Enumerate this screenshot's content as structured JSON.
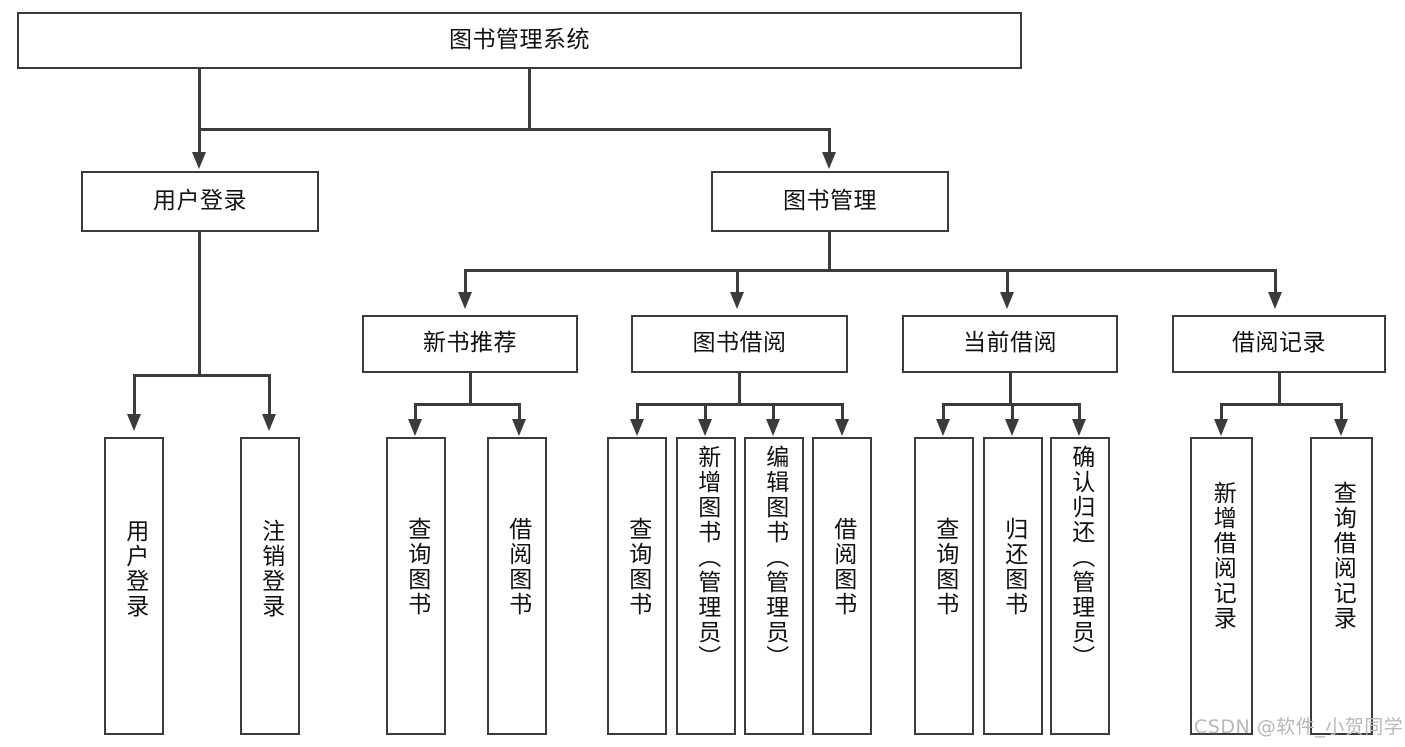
{
  "diagram": {
    "title": "图书管理系统",
    "root": {
      "label": "图书管理系统"
    },
    "level2": [
      {
        "label": "用户登录"
      },
      {
        "label": "图书管理"
      }
    ],
    "level3": [
      {
        "label": "新书推荐"
      },
      {
        "label": "图书借阅"
      },
      {
        "label": "当前借阅"
      },
      {
        "label": "借阅记录"
      }
    ],
    "leaves": {
      "user_login": [
        {
          "label": "用户登录"
        },
        {
          "label": "注销登录"
        }
      ],
      "new_book_recommend": [
        {
          "label": "查询图书"
        },
        {
          "label": "借阅图书"
        }
      ],
      "book_borrow": [
        {
          "label": "查询图书"
        },
        {
          "label": "新增图书（管理员）"
        },
        {
          "label": "编辑图书（管理员）"
        },
        {
          "label": "借阅图书"
        }
      ],
      "current_borrow": [
        {
          "label": "查询图书"
        },
        {
          "label": "归还图书"
        },
        {
          "label": "确认归还（管理员）"
        }
      ],
      "borrow_records": [
        {
          "label": "新增借阅记录"
        },
        {
          "label": "查询借阅记录"
        }
      ]
    }
  },
  "watermark": {
    "text": "CSDN @软件_小贺同学"
  },
  "colors": {
    "stroke": "#3b3b3b",
    "text": "#111111",
    "background": "#ffffff",
    "watermark": "#b8b8b8"
  }
}
